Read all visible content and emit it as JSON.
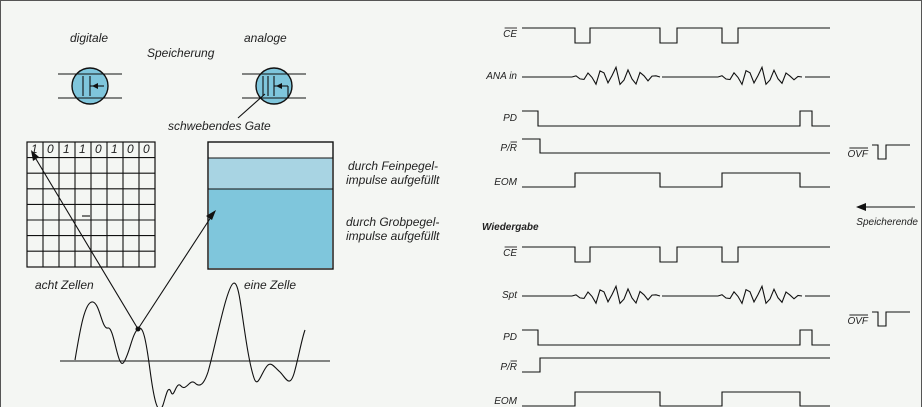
{
  "left": {
    "top_labels": {
      "digital": "digitale",
      "storage": "Speicherung",
      "analog": "analoge"
    },
    "floating_gate": "schwebendes Gate",
    "bits": [
      "1",
      "0",
      "1",
      "1",
      "0",
      "1",
      "0",
      "0"
    ],
    "grid_label": "acht Zellen",
    "cell_label": "eine Zelle",
    "fine_fill": {
      "line1": "durch Feinpegel-",
      "line2": "impulse aufgefüllt"
    },
    "coarse_fill": {
      "line1": "durch Grobpegel-",
      "line2": "impulse aufgefüllt"
    },
    "colors": {
      "light_blue": "#a8d4e3",
      "mid_blue": "#7fc6dc",
      "bg": "#f4f6f3"
    }
  },
  "timing": {
    "record_signals": [
      "CE",
      "ANA in",
      "PD",
      "P/R",
      "EOM"
    ],
    "overflow_label": "OVF",
    "end_of_memory": "Speicherende",
    "playback_title": "Wiedergabe",
    "playback_signals": [
      "CE",
      "Spt",
      "PD",
      "P/R",
      "EOM"
    ]
  }
}
